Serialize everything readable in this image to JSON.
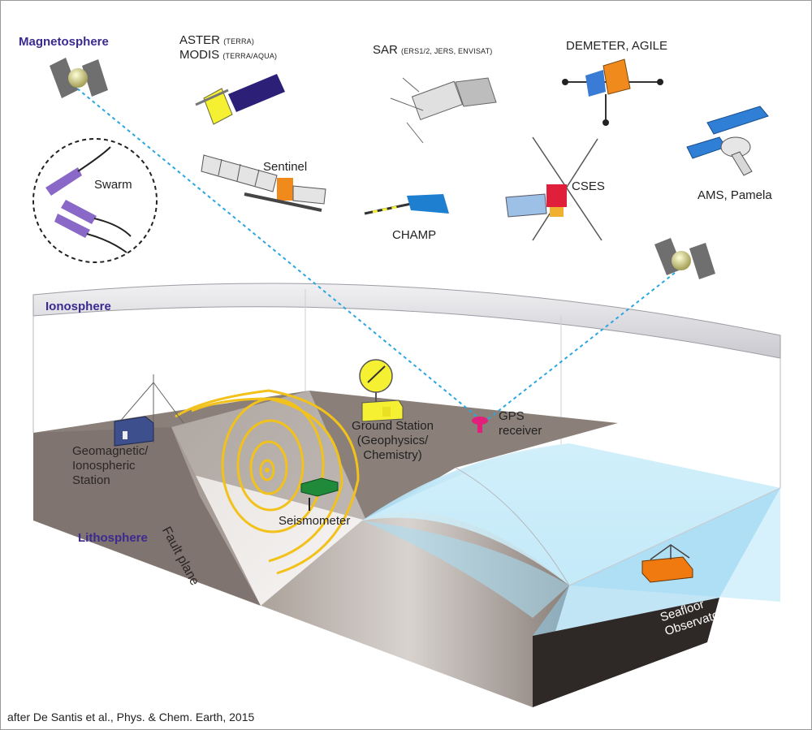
{
  "labels": {
    "magnetosphere": "Magnetosphere",
    "ionosphere": "Ionosphere",
    "lithosphere": "Lithosphere",
    "aster": "ASTER",
    "aster_sub": "(TERRA)",
    "modis": "MODIS",
    "modis_sub": "(TERRA/AQUA)",
    "sar": "SAR",
    "sar_sub": "(ERS1/2, JERS, ENVISAT)",
    "demeter": "DEMETER, AGILE",
    "swarm": "Swarm",
    "sentinel": "Sentinel",
    "champ": "CHAMP",
    "cses": "CSES",
    "ams": "AMS, Pamela",
    "ground_station": "Ground Station",
    "ground_station_sub1": "(Geophysics/",
    "ground_station_sub2": "Chemistry)",
    "gps1": "GPS",
    "gps2": "receiver",
    "geo1": "Geomagnetic/",
    "geo2": "Ionospheric",
    "geo3": "Station",
    "fault": "Fault plane",
    "seismometer": "Seismometer",
    "seafloor1": "Seafloor",
    "seafloor2": "Observatory",
    "credit": "after De Santis et al., Phys. & Chem. Earth, 2015"
  },
  "colors": {
    "label_purple": "#3b2a8f",
    "ocean": "#bfe6f7",
    "ground": "#8c817b",
    "contour": "#f2c21b",
    "link": "#2ba6e0"
  },
  "icons": [
    "satellite-icon",
    "satellite-dish-icon",
    "building-icon",
    "mast-icon",
    "seismometer-icon",
    "gps-receiver-icon",
    "buoy-icon"
  ]
}
